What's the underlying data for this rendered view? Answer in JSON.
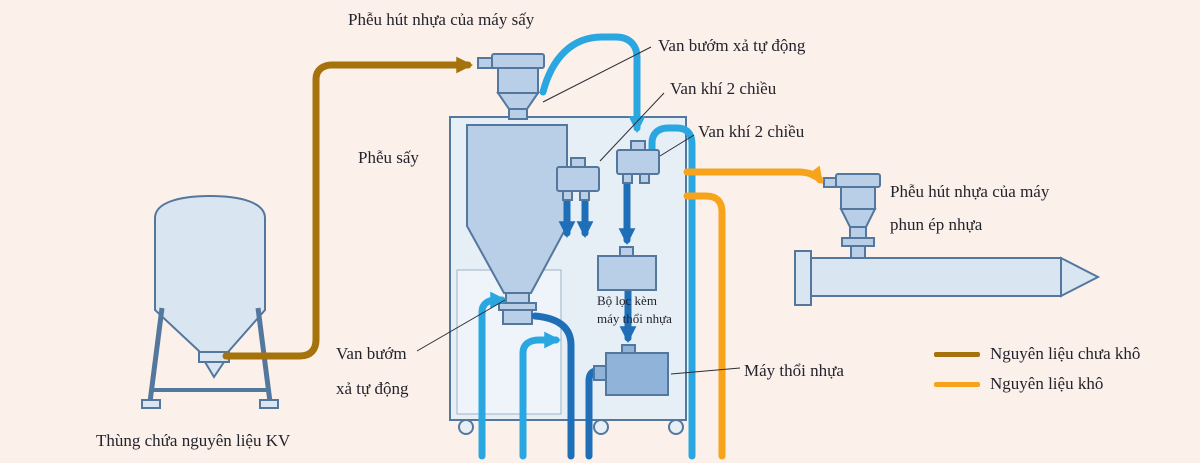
{
  "colors": {
    "background": "#fcf1ea",
    "wet_material": "#a5720b",
    "dry_material": "#f7a41c",
    "air_light": "#2aa7e0",
    "air_dark": "#1e6fb8"
  },
  "labels": {
    "dryer_suction_hopper": "Phễu hút nhựa của máy sấy",
    "auto_discharge_valve_top": "Van bướm xả tự động",
    "two_way_air_valve_1": "Van khí 2 chiều",
    "two_way_air_valve_2": "Van khí 2 chiều",
    "drying_hopper": "Phễu sấy",
    "injection_hopper_line1": "Phễu hút nhựa của máy",
    "injection_hopper_line2": "phun ép nhựa",
    "filter_blower_line1": "Bộ lọc kèm",
    "filter_blower_line2": "máy thổi nhựa",
    "auto_discharge_valve_bottom_line1": "Van bướm",
    "auto_discharge_valve_bottom_line2": "xả tự động",
    "blower": "Máy thổi nhựa",
    "storage_tank": "Thùng chứa nguyên liệu KV"
  },
  "legend": {
    "wet": {
      "label": "Nguyên liệu chưa khô",
      "color": "#a5720b"
    },
    "dry": {
      "label": "Nguyên liệu khô",
      "color": "#f7a41c"
    }
  }
}
